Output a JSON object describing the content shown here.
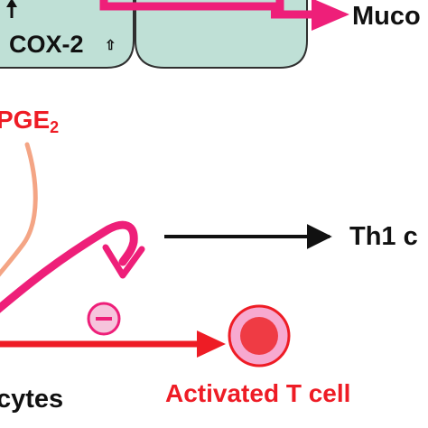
{
  "labels": {
    "cox2": "COX-2",
    "up_arrow": "⇧",
    "mucosa": "Muco",
    "pge2_main": "PGE",
    "pge2_sub": "2",
    "th1": "Th1 c",
    "cytes": "cytes",
    "activated_t_cell": "Activated T cell",
    "minus": "–"
  },
  "colors": {
    "cell_fill": "#bfe0d6",
    "cell_stroke": "#2f2f2f",
    "magenta": "#ee1f79",
    "red": "#ee1c25",
    "salmon": "#f4a585",
    "dark": "#111111",
    "minus_fill": "#f6c4dc",
    "tcell_outer": "#f7a9d0",
    "tcell_inner": "#ef3b44"
  }
}
